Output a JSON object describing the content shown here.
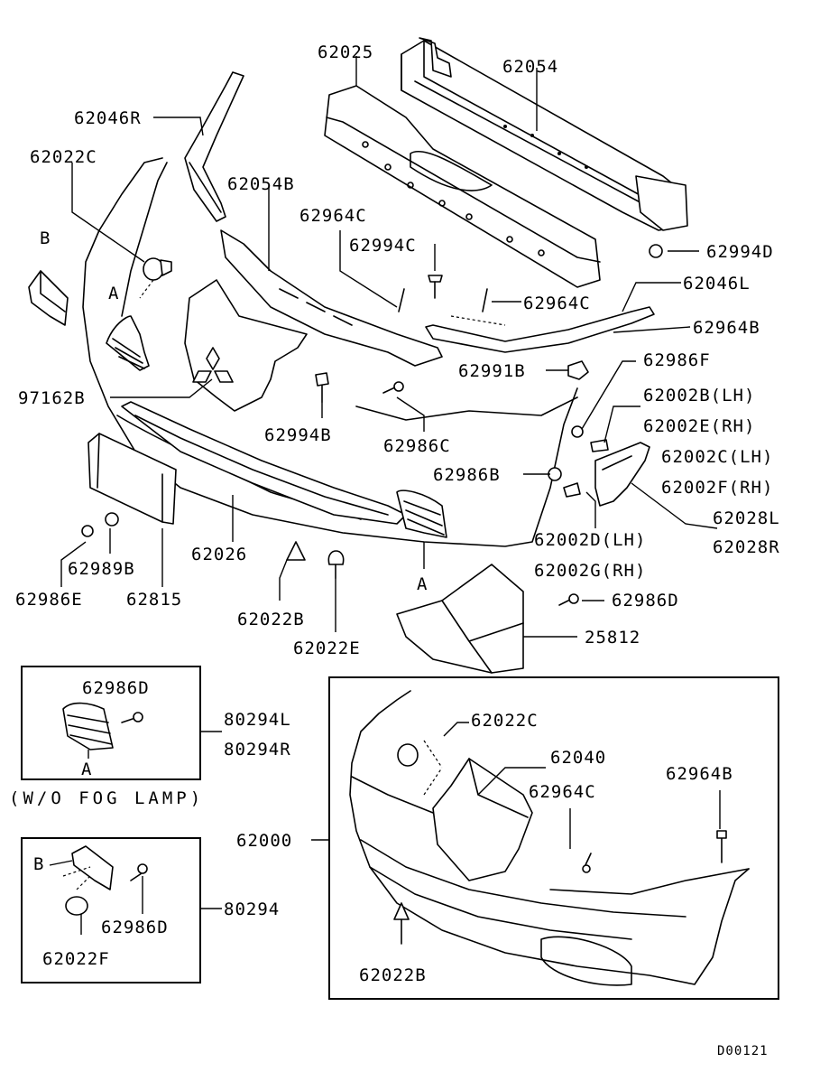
{
  "labels": {
    "l62025": "62025",
    "l62054": "62054",
    "l62046R": "62046R",
    "l62022C_top": "62022C",
    "l62054B": "62054B",
    "l62964C_a": "62964C",
    "lB_top": "B",
    "l62994C": "62994C",
    "l62994D": "62994D",
    "lA_left": "A",
    "l62964C_b": "62964C",
    "l62046L": "62046L",
    "l62964B_top": "62964B",
    "l62991B": "62991B",
    "l62986F": "62986F",
    "l97162B": "97162B",
    "l62002B": "62002B(LH)",
    "l62994B": "62994B",
    "l62986C": "62986C",
    "l62002E": "62002E(RH)",
    "l62002C": "62002C(LH)",
    "l62986B": "62986B",
    "l62002F": "62002F(RH)",
    "l62028L": "62028L",
    "l62002D": "62002D(LH)",
    "l62028R": "62028R",
    "l62026": "62026",
    "l62989B": "62989B",
    "l62002G": "62002G(RH)",
    "l62986E": "62986E",
    "l62815": "62815",
    "lA_bottom": "A",
    "l62986D_mid": "62986D",
    "l62022B_top": "62022B",
    "l25812": "25812",
    "l62022E": "62022E",
    "l62986D_box": "62986D",
    "l80294L": "80294L",
    "l80294R": "80294R",
    "lA_box": "A",
    "l62022C_box": "62022C",
    "l62040": "62040",
    "lWO": "(W/O FOG LAMP)",
    "l62964C_box": "62964C",
    "l62964B_box": "62964B",
    "l62000": "62000",
    "lB_box": "B",
    "l80294": "80294",
    "l62986D_b": "62986D",
    "l62022F": "62022F",
    "l62022B_box": "62022B",
    "code": "D00121"
  }
}
